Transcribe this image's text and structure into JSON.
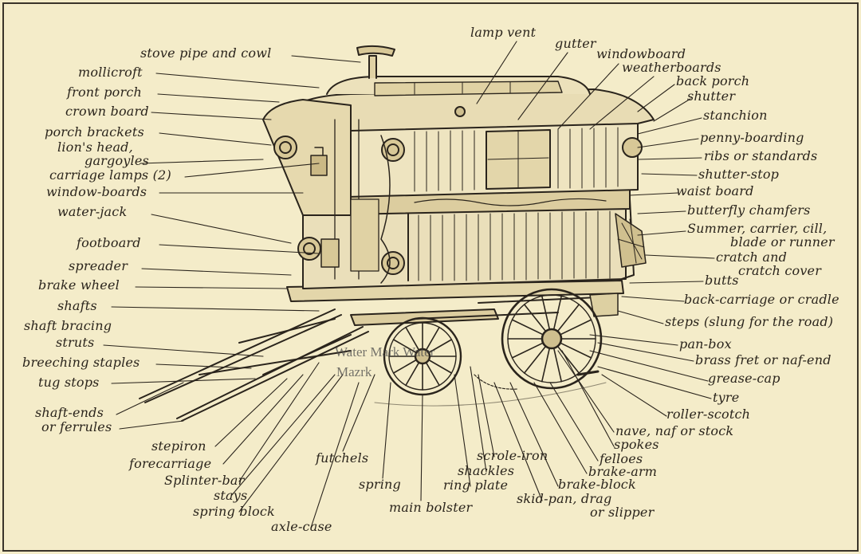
{
  "colors": {
    "paper": "#f4ecc9",
    "ink": "#2a241c",
    "border": "#3a342a"
  },
  "watermark": {
    "line1": "Water Mark Water",
    "line2": "Mazrk"
  },
  "labels": {
    "stove_pipe": "stove pipe and cowl",
    "lamp_vent": "lamp vent",
    "gutter": "gutter",
    "windowboard": "windowboard",
    "weatherboards": "weatherboards",
    "mollicroft": "mollicroft",
    "back_porch": "back porch",
    "front_porch": "front porch",
    "shutter": "shutter",
    "crown_board": "crown board",
    "stanchion": "stanchion",
    "porch_brackets": "porch brackets",
    "lions_head": "lion's head,",
    "gargoyles": "gargoyles",
    "penny_boarding": "penny-boarding",
    "ribs": "ribs or standards",
    "carriage_lamps": "carriage lamps (2)",
    "shutter_stop": "shutter-stop",
    "window_boards": "window-boards",
    "waist_board": "waist board",
    "water_jack": "water-jack",
    "butterfly": "butterfly chamfers",
    "summer": "Summer, carrier, cill,",
    "blade": "blade or runner",
    "footboard": "footboard",
    "cratch": "cratch and",
    "cratch_cover": "cratch cover",
    "spreader": "spreader",
    "butts": "butts",
    "brake_wheel": "brake wheel",
    "back_carriage": "back-carriage or cradle",
    "shafts": "shafts",
    "steps": "steps (slung for the road)",
    "shaft_bracing": "shaft bracing",
    "struts": "struts",
    "pan_box": "pan-box",
    "breeching": "breeching staples",
    "brass_fret": "brass fret or naf-end",
    "tug_stops": "tug stops",
    "grease_cap": "grease-cap",
    "tyre": "tyre",
    "shaft_ends": "shaft-ends",
    "ferrules": "or ferrules",
    "roller_scotch": "roller-scotch",
    "nave": "nave, naf or stock",
    "stepiron": "stepiron",
    "spokes": "spokes",
    "forecarriage": "forecarriage",
    "futchels": "futchels",
    "scrole_iron": "scrole-iron",
    "felloes": "felloes",
    "shackles": "shackles",
    "brake_arm": "brake-arm",
    "splinter_bar": "Splinter-bar",
    "spring": "spring",
    "ring_plate": "ring plate",
    "brake_block": "brake-block",
    "stays": "stays",
    "skid_pan": "skid-pan, drag",
    "or_slipper": "or slipper",
    "spring_block": "spring block",
    "main_bolster": "main bolster",
    "axle_case": "axle-case"
  }
}
